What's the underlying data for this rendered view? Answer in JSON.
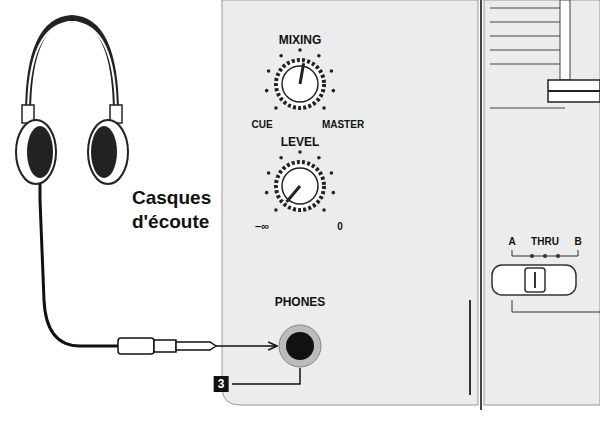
{
  "diagram": {
    "labels": [
      "MIXING",
      "CUE",
      "MASTER",
      "LEVEL",
      "–∞",
      "0",
      "A",
      "THRU",
      "B",
      "PHONES",
      "Casques d'écoute",
      "3"
    ]
  }
}
